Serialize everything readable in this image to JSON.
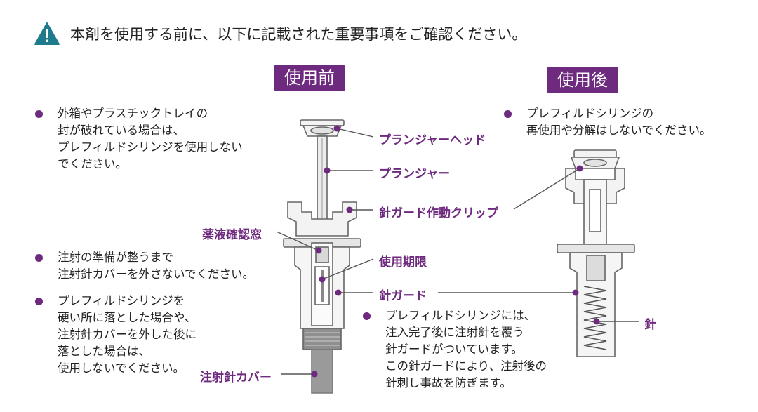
{
  "header": {
    "warning_icon": "warning-triangle-icon",
    "text": "本剤を使用する前に、以下に記載された重要事項をご確認ください。"
  },
  "before": {
    "tag": "使用前",
    "notes": [
      [
        "外箱やプラスチックトレイの",
        "封が破れている場合は、",
        "プレフィルドシリンジを使用しない",
        "でください。"
      ],
      [
        "注射の準備が整うまで",
        "注射針カバーを外さないでください。"
      ],
      [
        "プレフィルドシリンジを",
        "硬い所に落とした場合や、",
        "注射針カバーを外した後に",
        "落とした場合は、",
        "使用しないでください。"
      ]
    ],
    "labels": {
      "plunger_head": "プランジャーヘッド",
      "plunger": "プランジャー",
      "clip": "針ガード作動クリップ",
      "window": "薬液確認窓",
      "expiry": "使用期限",
      "guard": "針ガード",
      "cover": "注射針カバー"
    },
    "guard_note": [
      "プレフィルドシリンジには、",
      "注入完了後に注射針を覆う",
      "針ガードがついています。",
      "この針ガードにより、注射後の",
      "針刺し事故を防ぎます。"
    ]
  },
  "after": {
    "tag": "使用後",
    "note": [
      "プレフィルドシリンジの",
      "再使用や分解はしないでください。"
    ],
    "needle_label": "針"
  },
  "colors": {
    "accent": "#6e2a7e",
    "warning": "#1e7a8c",
    "line": "#555555"
  }
}
